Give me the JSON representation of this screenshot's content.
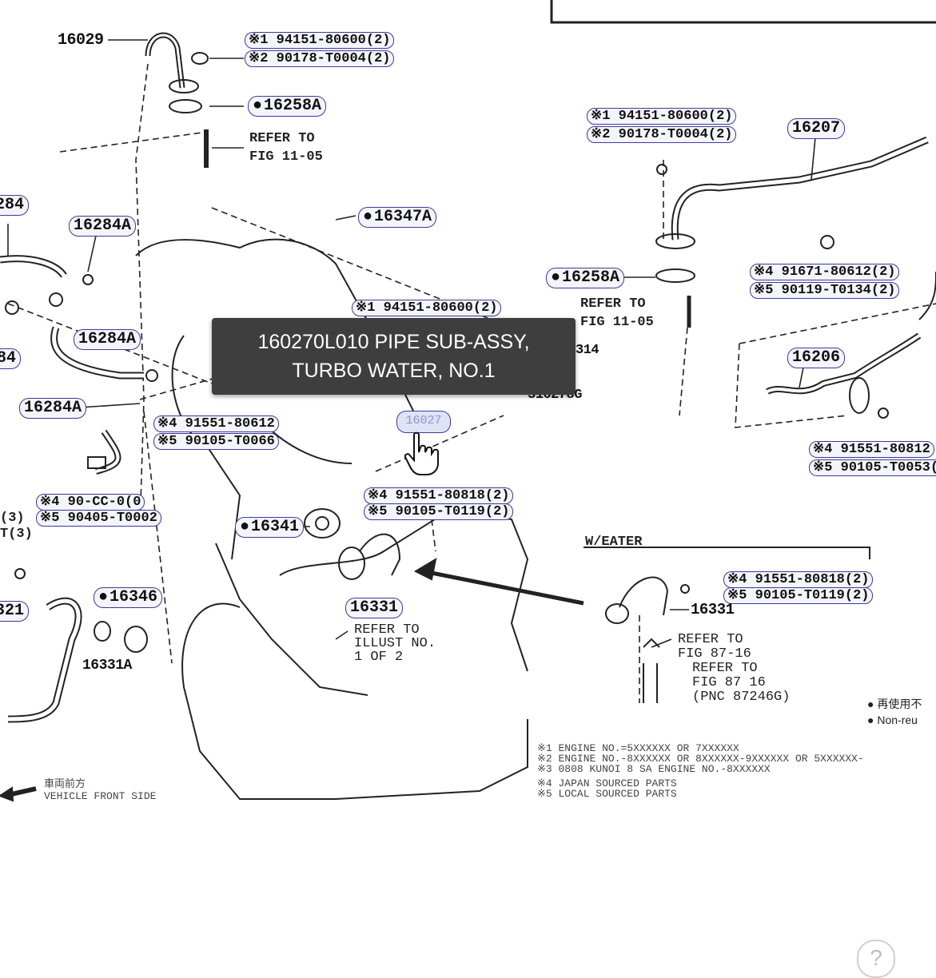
{
  "tooltip": {
    "line1": "160270L010 PIPE SUB-ASSY,",
    "line2": "TURBO WATER, NO.1"
  },
  "labels": {
    "p16029": "16029",
    "p16258a_top": "16258A",
    "refer_top_1": "REFER TO",
    "refer_top_2": "FIG 11-05",
    "p16347a": "16347A",
    "p16284_a": "284",
    "p16284a_1": "16284A",
    "p16284a_2": "16284A",
    "p16284_b": "84",
    "p16284a_3": "16284A",
    "p16341": "16341",
    "p16346": "16346",
    "p16331a": "16331A",
    "p16331_left": "16331",
    "p321": "321",
    "refer_illust_1": "REFER TO",
    "refer_illust_2": "ILLUST NO.",
    "refer_illust_3": "1 OF 2",
    "p16207": "16207",
    "p16258a_right": "16258A",
    "refer_right_1": "REFER TO",
    "refer_right_2": "FIG 11-05",
    "p16206": "16206",
    "p16278g": "316278G",
    "p314": "314",
    "w_eater": "W/EATER",
    "p16331_right": "16331",
    "refer_87_a1": "REFER TO",
    "refer_87_a2": "FIG 87-16",
    "refer_87_b1": "REFER TO",
    "refer_87_b2": "FIG 87 16",
    "refer_87_b3": "(PNC 87246G)",
    "highlight": "16027"
  },
  "callouts": {
    "top_1": "※1 94151-80600(2)",
    "top_2": "※2 90178-T0004(2)",
    "right_1": "※1 94151-80600(2)",
    "right_2": "※2 90178-T0004(2)",
    "right_mid_1": "※4 91671-80612(2)",
    "right_mid_2": "※5 90119-T0134(2)",
    "center_1": "※1 94151-80600(2)",
    "left_mid_1": "※4 91551-80612",
    "left_mid_2": "※5 90105-T0066",
    "center_low_1": "※4 91551-80818(2)",
    "center_low_2": "※5 90105-T0119(2)",
    "right_low_1": "※4 91551-80818(2)",
    "right_low_2": "※5 90105-T0119(2)",
    "far_right_1": "※4 91551-80812",
    "far_right_2": "※5 90105-T0053(",
    "left_edge_1": "※4 90-CC-0(0",
    "left_edge_2": "※5 90405-T0002",
    "left_edge_3": "(3)",
    "left_edge_4": "T(3)"
  },
  "notes": {
    "n1": "※1 ENGINE NO.=5XXXXXX OR 7XXXXXX",
    "n2": "※2 ENGINE NO.-8XXXXXX OR 8XXXXXX-9XXXXXX OR 5XXXXXX-",
    "n3": "※3 0808 KUNOI 8 SA ENGINE NO.-8XXXXXX",
    "n4": "※4 JAPAN SOURCED PARTS",
    "n5": "※5 LOCAL SOURCED PARTS"
  },
  "legend": {
    "reuse": "再使用不",
    "nonreuse": "Non-reu"
  },
  "front": {
    "jp": "車両前方",
    "en": "VEHICLE FRONT SIDE"
  },
  "help": "?"
}
